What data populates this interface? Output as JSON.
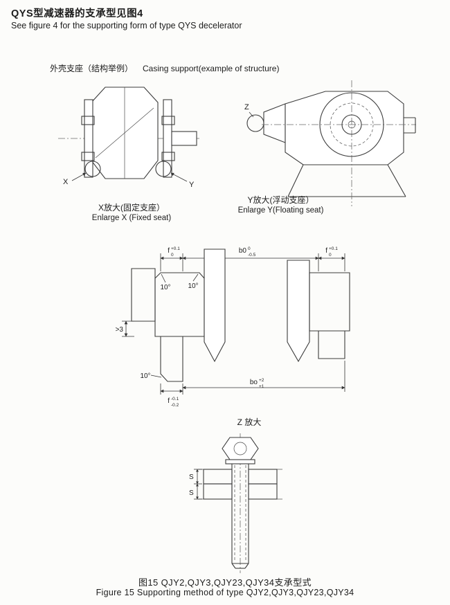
{
  "page": {
    "title_zh": "QYS型减速器的支承型见图4",
    "title_en": "See figure 4 for the supporting form of type QYS decelerator"
  },
  "casing_support": {
    "label_zh": "外壳支座（结构举例）",
    "label_en": "Casing support(example of structure)"
  },
  "callouts": {
    "x": "X",
    "y": "Y",
    "z": "Z"
  },
  "captions": {
    "enlarge_x_zh": "X放大(固定支座）",
    "enlarge_x_en": "Enlarge X (Fixed seat)",
    "enlarge_y_zh": "Y放大(浮动支座）",
    "enlarge_y_en": "Enlarge Y(Floating seat)",
    "enlarge_z": "Z 放大"
  },
  "dimensions": {
    "f": "f",
    "f_sup": "+0.1",
    "f_sub": "0",
    "b0": "b0",
    "b0_sup": "0",
    "b0_sub": "-0.5",
    "f_lower": "f",
    "f_lower_sup": "-0.1",
    "f_lower_sub": "-0.2",
    "bo": "bo",
    "bo_sup": "+2",
    "bo_sub": "+1",
    "angle": "10°",
    "min_gap": ">3",
    "s": "S"
  },
  "figure_caption": {
    "zh": "图15 QJY2,QJY3,QJY23,QJY34支承型式",
    "en": "Figure 15 Supporting method of  type QJY2,QJY3,QJY23,QJY34"
  }
}
